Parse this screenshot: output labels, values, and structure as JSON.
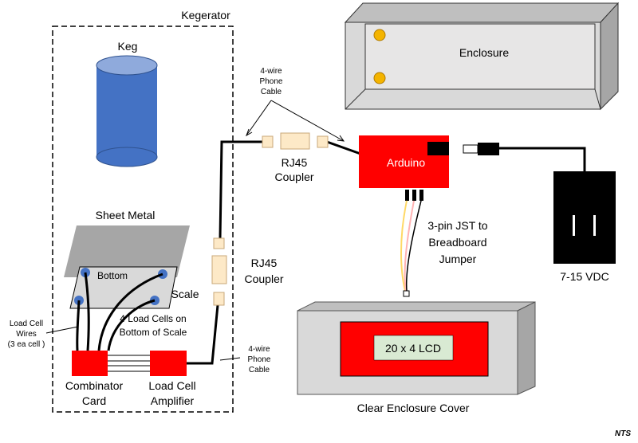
{
  "labels": {
    "kegerator": "Kegerator",
    "keg": "Keg",
    "sheet_metal": "Sheet Metal",
    "bottom": "Bottom",
    "scale": "Scale",
    "load_cells_line1": "4 Load Cells on",
    "load_cells_line2": "Bottom of Scale",
    "load_cell_wires_line1": "Load Cell",
    "load_cell_wires_line2": "Wires",
    "load_cell_wires_line3": "(3 ea cell )",
    "combinator_line1": "Combinator",
    "combinator_line2": "Card",
    "amplifier_line1": "Load Cell",
    "amplifier_line2": "Amplifier",
    "phone_cable_top_line1": "4-wire",
    "phone_cable_top_line2": "Phone",
    "phone_cable_top_line3": "Cable",
    "rj45_top_line1": "RJ45",
    "rj45_top_line2": "Coupler",
    "rj45_side_line1": "RJ45",
    "rj45_side_line2": "Coupler",
    "phone_cable_bottom_line1": "4-wire",
    "phone_cable_bottom_line2": "Phone",
    "phone_cable_bottom_line3": "Cable",
    "arduino": "Arduino",
    "enclosure": "Enclosure",
    "jst_line1": "3-pin JST to",
    "jst_line2": "Breadboard",
    "jst_line3": "Jumper",
    "power": "7-15 VDC",
    "lcd": "20 x 4 LCD",
    "enclosure_cover": "Clear Enclosure Cover",
    "nts": "NTS"
  },
  "colors": {
    "keg_blue": "#4472c4",
    "red_board": "#ff0000",
    "lcd_green": "#d9ead3",
    "enclosure_gray": "#d9d9d9",
    "connector_tan": "#fde9c7",
    "gold_standoff": "#f4b400",
    "load_cell_blue": "#4472c4"
  }
}
